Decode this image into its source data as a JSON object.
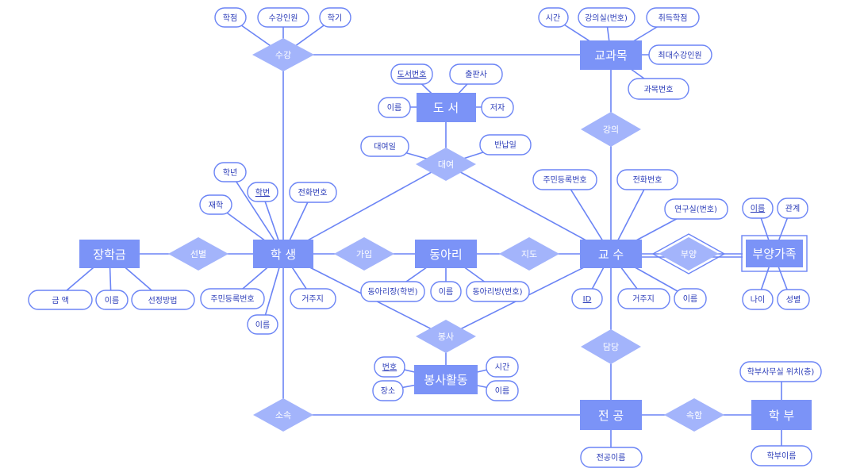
{
  "entities": {
    "course": "교과목",
    "book": "도 서",
    "scholarship": "장학금",
    "student": "학 생",
    "club": "동아리",
    "professor": "교 수",
    "dependent": "부양가족",
    "volunteer": "봉사활동",
    "major": "전 공",
    "department": "학 부"
  },
  "relationships": {
    "enroll": "수강",
    "lecture": "강의",
    "borrow": "대여",
    "select": "선별",
    "join": "가입",
    "advise": "지도",
    "support": "부양",
    "serve": "봉사",
    "charge": "담당",
    "belong": "소속",
    "affiliated": "속함"
  },
  "attributes": {
    "enroll_credit": "학점",
    "enroll_count": "수강인원",
    "enroll_semester": "학기",
    "course_time": "시간",
    "course_room": "강의실(번호)",
    "course_credit": "취득학점",
    "course_max": "최대수강인원",
    "course_no": "과목번호",
    "book_no": "도서번호",
    "book_publisher": "출판사",
    "book_name": "이름",
    "book_author": "저자",
    "borrow_date": "대여일",
    "return_date": "반납일",
    "student_year": "학년",
    "student_enrolled": "재학",
    "student_id": "학번",
    "student_phone": "전화번호",
    "student_rrn": "주민등록번호",
    "student_address": "거주지",
    "student_name": "이름",
    "scholar_amount": "금 액",
    "scholar_name": "이름",
    "scholar_method": "선정방법",
    "club_leader": "동아리장(학번)",
    "club_name": "이름",
    "club_room": "동아리방(번호)",
    "prof_rrn": "주민등록번호",
    "prof_phone": "전화번호",
    "prof_office": "연구실(번호)",
    "prof_id": "ID",
    "prof_address": "거주지",
    "prof_name": "이름",
    "dep_name": "이름",
    "dep_relation": "관계",
    "dep_age": "나이",
    "dep_gender": "성별",
    "vol_no": "번호",
    "vol_place": "장소",
    "vol_time": "시간",
    "vol_name": "이름",
    "major_name": "전공이름",
    "dept_location": "학부사무실 위치(층)",
    "dept_name": "학부이름"
  }
}
